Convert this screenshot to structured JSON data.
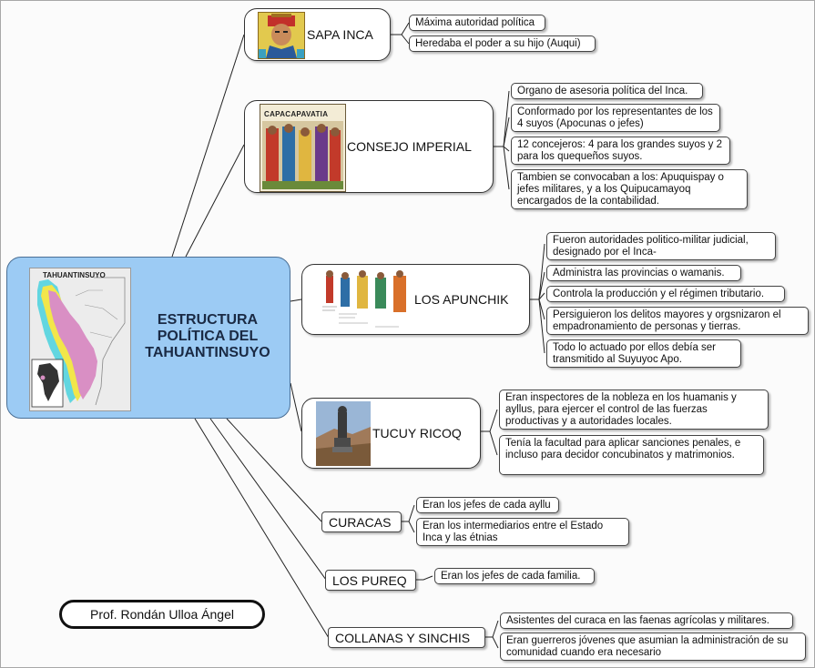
{
  "center": {
    "title": "ESTRUCTURA POLÍTICA DEL TAHUANTINSUYO",
    "map_label": "TAHUANTINSUYO"
  },
  "branches": [
    {
      "label": "SAPA INCA",
      "notes": [
        "Máxima autoridad política",
        "Heredaba el poder a su hijo (Auqui)"
      ]
    },
    {
      "label": "CONSEJO IMPERIAL",
      "image_caption": "CAPACAPAVATIA",
      "notes": [
        "Organo de asesoria política del Inca.",
        "Conformado por los representantes de los 4 suyos (Apocunas o jefes)",
        "12 concejeros: 4 para los grandes suyos y 2 para los quequeños suyos.",
        "Tambien se convocaban a los: Apuquispay o jefes militares, y a los Quipucamayoq encargados de la contabilidad."
      ]
    },
    {
      "label": "LOS APUNCHIK",
      "notes": [
        "Fueron autoridades politico-militar judicial, designado por el Inca-",
        "Administra las provincias o wamanis.",
        "Controla la producción y el régimen tributario.",
        "Persiguieron los delitos mayores y orgsnizaron el empadronamiento de personas y tierras.",
        "Todo lo actuado por ellos debía ser transmitido al Suyuyoc Apo."
      ]
    },
    {
      "label": "TUCUY RICOQ",
      "notes": [
        "Eran inspectores de la nobleza en los huamanis y ayllus, para ejercer el control de las fuerzas productivas y a autoridades locales.",
        "Tenía la facultad para aplicar sanciones penales, e incluso para decidor concubinatos y matrimonios."
      ]
    },
    {
      "label": "CURACAS",
      "notes": [
        "Eran los jefes de cada ayllu",
        "Eran los intermediarios entre el Estado Inca y las étnias"
      ]
    },
    {
      "label": "LOS PUREQ",
      "notes": [
        "Eran los jefes de cada familia."
      ]
    },
    {
      "label": "COLLANAS Y SINCHIS",
      "notes": [
        "Asistentes del curaca en las faenas agrícolas y militares.",
        "Eran guerreros jóvenes que asumian la administración de su comunidad cuando era necesario"
      ]
    }
  ],
  "author": "Prof. Rondán Ulloa Ángel",
  "colors": {
    "center_fill": "#9ccbf4",
    "map_pink": "#d98fc4",
    "map_yellow": "#f2e64a",
    "map_cyan": "#62d6e0"
  }
}
